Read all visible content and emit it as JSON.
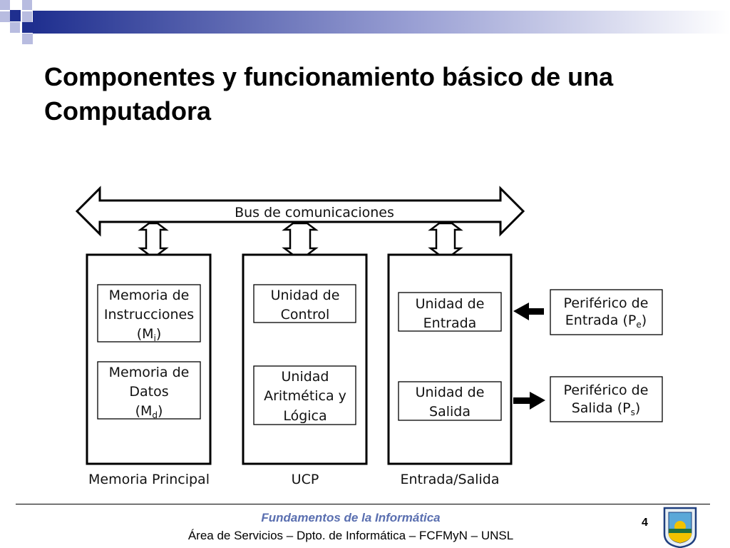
{
  "title": "Componentes y funcionamiento básico de una Computadora",
  "diagram": {
    "bus_label": "Bus de comunicaciones",
    "memoria": {
      "section_label": "Memoria Principal",
      "instrucciones": {
        "line1": "Memoria de",
        "line2": "Instrucciones",
        "line3": "(M",
        "sub": "i",
        "close": ")"
      },
      "datos": {
        "line1": "Memoria de",
        "line2": "Datos",
        "line3": "(M",
        "sub": "d",
        "close": ")"
      }
    },
    "ucp": {
      "section_label": "UCP",
      "control": {
        "line1": "Unidad de",
        "line2": "Control"
      },
      "alu": {
        "line1": "Unidad",
        "line2": "Aritmética y",
        "line3": "Lógica"
      }
    },
    "es": {
      "section_label": "Entrada/Salida",
      "entrada": {
        "line1": "Unidad de",
        "line2": "Entrada"
      },
      "salida": {
        "line1": "Unidad de",
        "line2": "Salida"
      }
    },
    "perifericos": {
      "entrada": {
        "line1": "Periférico de",
        "line2": "Entrada (P",
        "sub": "e",
        "close": ")"
      },
      "salida": {
        "line1": "Periférico de",
        "line2": "Salida (P",
        "sub": "s",
        "close": ")"
      }
    }
  },
  "footer": {
    "course": "Fundamentos de la Informática",
    "department": "Área de Servicios – Dpto. de Informática – FCFMyN – UNSL",
    "page": "4"
  },
  "colors": {
    "accent_blue": "#1f2f8f",
    "light_blue": "#b8bce0",
    "footer_blue": "#5a6fb0"
  }
}
